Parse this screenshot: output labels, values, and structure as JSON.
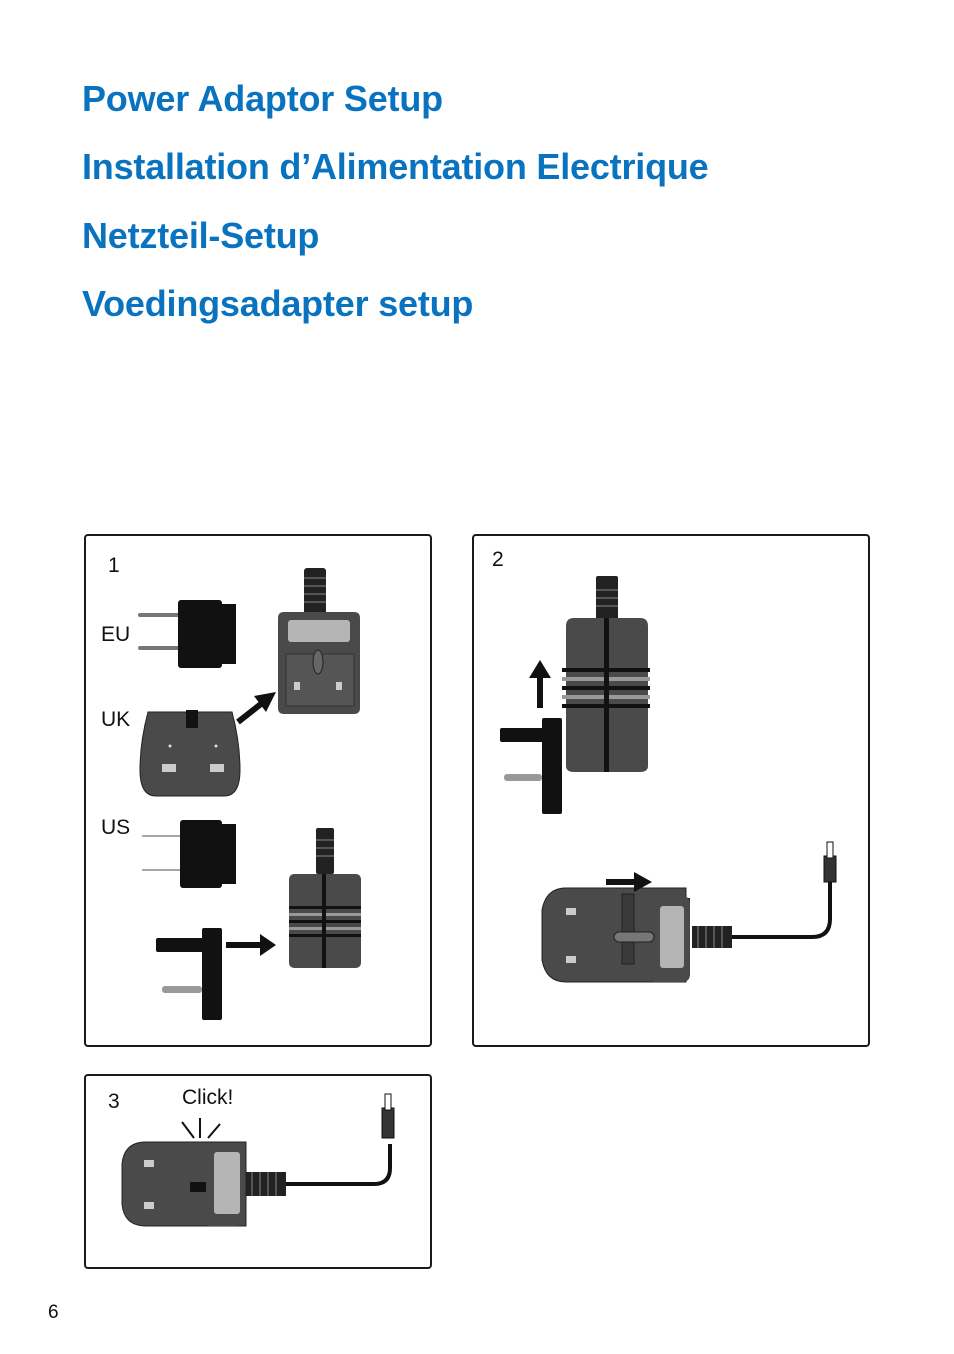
{
  "titles": [
    "Power Adaptor Setup",
    "Installation d’Alimentation Electrique",
    "Netzteil-Setup",
    "Voedingsadapter setup"
  ],
  "panels": {
    "step1": {
      "number": "1",
      "labels": {
        "eu": "EU",
        "uk": "UK",
        "us": "US"
      }
    },
    "step2": {
      "number": "2"
    },
    "step3": {
      "number": "3",
      "callout": "Click!"
    }
  },
  "page_number": "6",
  "colors": {
    "title": "#0a73bf",
    "adapter_body": "#4a4a4a",
    "plug": "#111111",
    "window": "#b5b5b5"
  }
}
